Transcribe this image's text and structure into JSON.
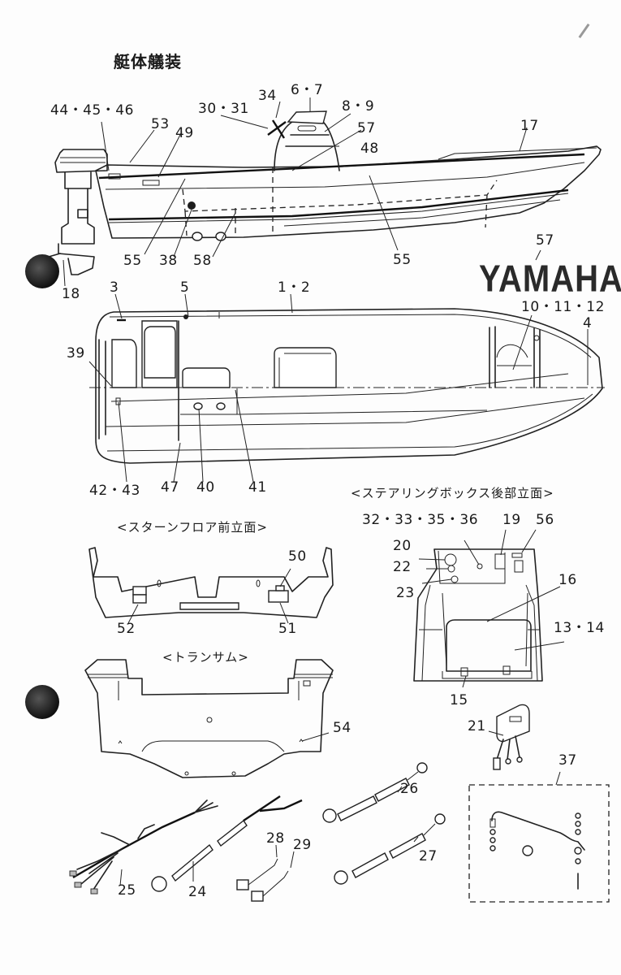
{
  "title": "艇体艤装",
  "brand_logo": "YAMAHA",
  "views": {
    "steering_box_rear": "<ステアリングボックス後部立面>",
    "stern_floor_front": "<スターンフロア前立面>",
    "transom": "<トランサム>"
  },
  "callouts": {
    "c44_45_46": "44・45・46",
    "c53": "53",
    "c49": "49",
    "c30_31": "30・31",
    "c34": "34",
    "c6_7": "6・7",
    "c8_9": "8・9",
    "c57a": "57",
    "c48": "48",
    "c17": "17",
    "c55a": "55",
    "c38": "38",
    "c58": "58",
    "c55b": "55",
    "c57b": "57",
    "c18": "18",
    "c3": "3",
    "c5": "5",
    "c1_2": "1・2",
    "c10_11_12": "10・11・12",
    "c4": "4",
    "c39": "39",
    "c42_43": "42・43",
    "c47": "47",
    "c40": "40",
    "c41": "41",
    "c50": "50",
    "c52": "52",
    "c51": "51",
    "c32_33_35_36": "32・33・35・36",
    "c19": "19",
    "c56": "56",
    "c20": "20",
    "c22": "22",
    "c23": "23",
    "c16": "16",
    "c13_14": "13・14",
    "c15": "15",
    "c54": "54",
    "c21": "21",
    "c37": "37",
    "c26": "26",
    "c27": "27",
    "c28": "28",
    "c29": "29",
    "c25": "25",
    "c24": "24"
  }
}
